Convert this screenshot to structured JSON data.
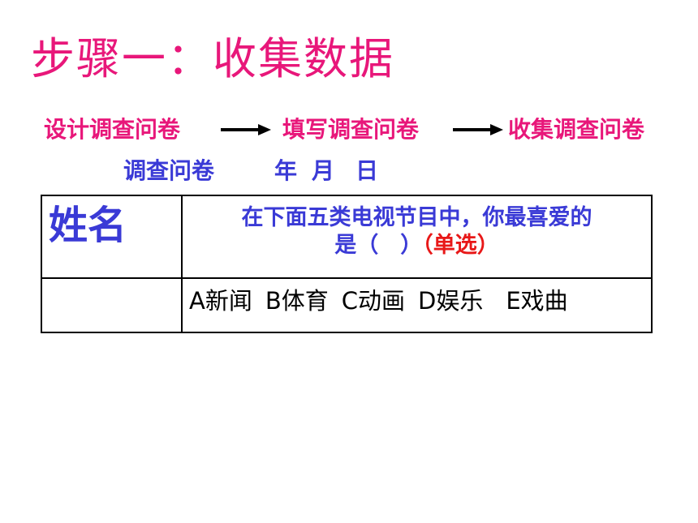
{
  "title": "步骤一：收集数据",
  "flow": {
    "steps": [
      "设计调查问卷",
      "填写调查问卷",
      "收集调查问卷"
    ],
    "arrow_icon": "right-arrow-icon",
    "color": "#e8177a"
  },
  "survey_subtitle": {
    "label": "调查问卷",
    "year": "年",
    "month": "月",
    "day": "日",
    "color": "#3a3ad6"
  },
  "table": {
    "name_header": "姓名",
    "question_line1": "在下面五类电视节目中，你最喜爱的",
    "question_line2": "是（　）",
    "question_tag": "（单选）",
    "options": [
      "A新闻",
      "B体育",
      "C动画",
      "D娱乐",
      "E戏曲"
    ],
    "name_value": ""
  },
  "colors": {
    "accent_pink": "#e8177a",
    "accent_blue": "#3a3ad6",
    "accent_red": "#e81818"
  }
}
